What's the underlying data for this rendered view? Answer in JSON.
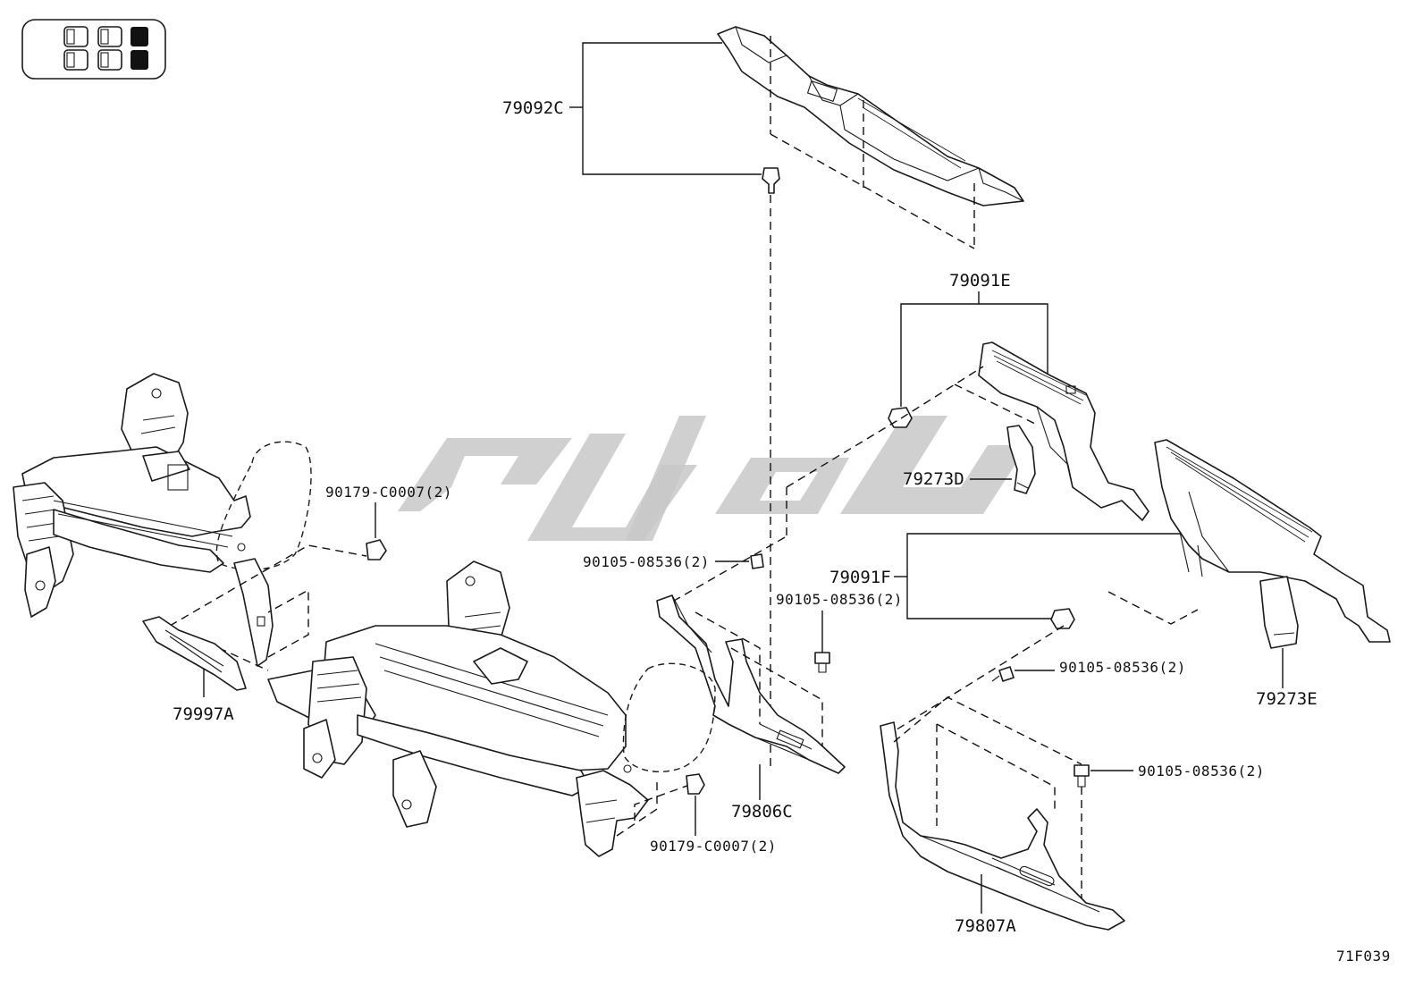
{
  "labels": {
    "p79092C": "79092C",
    "p79091E": "79091E",
    "p79273D": "79273D",
    "p79091F": "79091F",
    "p79273E": "79273E",
    "p79997A": "79997A",
    "p79806C": "79806C",
    "p79807A": "79807A",
    "clip1": "90179-C0007(2)",
    "clip2": "90179-C0007(2)",
    "bolt1": "90105-08536(2)",
    "bolt2": "90105-08536(2)",
    "bolt3": "90105-08536(2)",
    "bolt4": "90105-08536(2)",
    "figure_code": "71F039"
  },
  "icons": {
    "seat_layout": "seat-position-indicator-icon",
    "watermark": "brand-watermark-logo"
  },
  "colors": {
    "line": "#1a1a1a",
    "watermark": "#c8c8c8",
    "selected_seat": "#111111"
  }
}
